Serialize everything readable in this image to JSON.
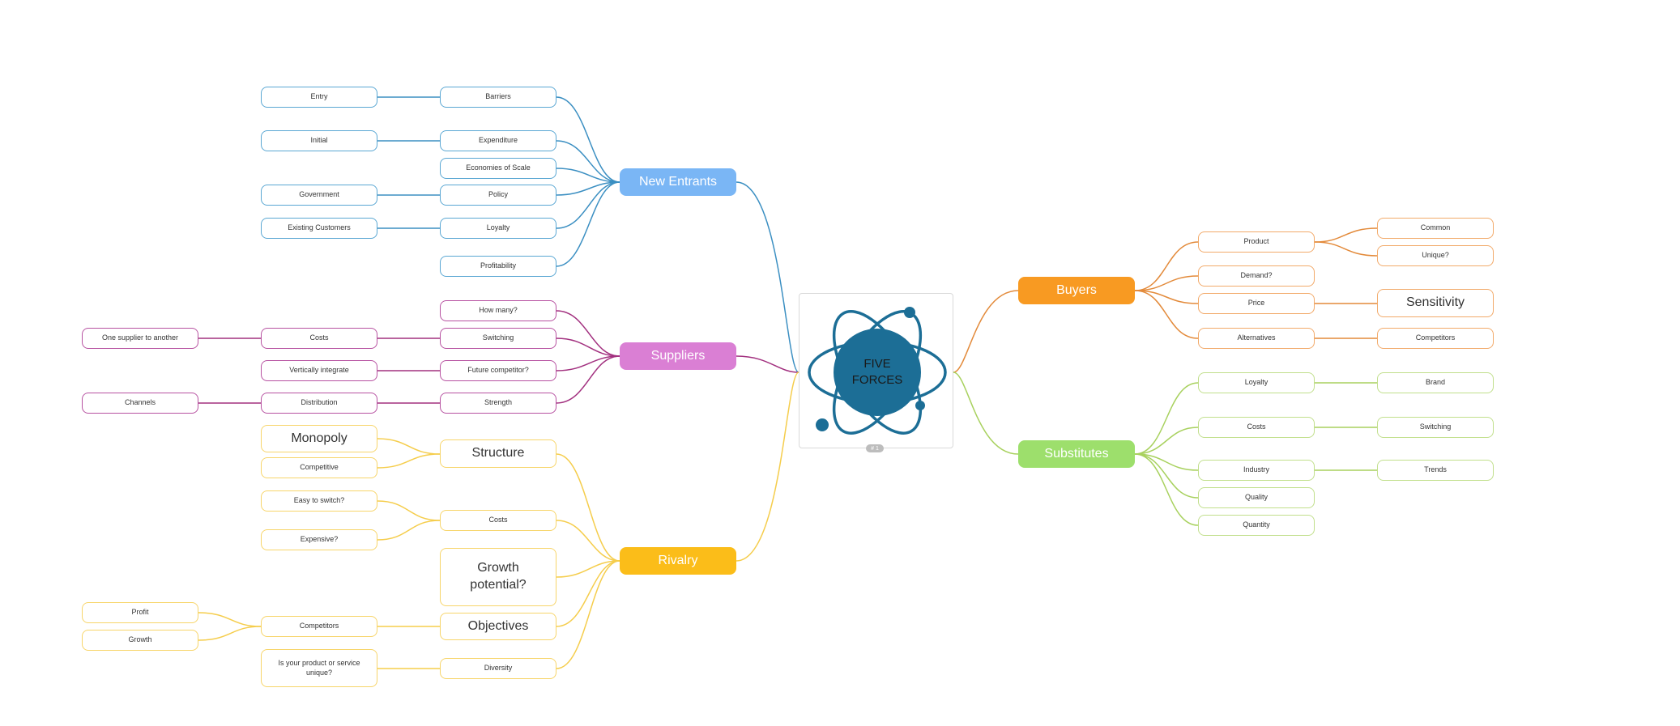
{
  "center": {
    "label": "FIVE FORCES",
    "badge": "# 1",
    "color": "#1c6e96"
  },
  "branches": [
    {
      "id": "new-entrants",
      "label": "New Entrants",
      "fill": "#7ab6f5",
      "line": "#3b8fc2"
    },
    {
      "id": "suppliers",
      "label": "Suppliers",
      "fill": "#da7fd4",
      "line": "#a2307f"
    },
    {
      "id": "rivalry",
      "label": "Rivalry",
      "fill": "#fbbd19",
      "line": "#f5cd4c"
    },
    {
      "id": "buyers",
      "label": "Buyers",
      "fill": "#f89a22",
      "line": "#e38a3a"
    },
    {
      "id": "substitutes",
      "label": "Substitutes",
      "fill": "#9ddf6c",
      "line": "#a8d15e"
    }
  ],
  "topics": {
    "barriers": "Barriers",
    "entry": "Entry",
    "expenditure": "Expenditure",
    "initial": "Initial",
    "economies": "Economies of Scale",
    "policy": "Policy",
    "government": "Government",
    "loyalty": "Loyalty",
    "existing_customers": "Existing Customers",
    "profitability": "Profitability",
    "how_many": "How many?",
    "switching": "Switching",
    "costs_s": "Costs",
    "one_supplier": "One supplier to another",
    "future_competitor": "Future competitor?",
    "vertically": "Vertically integrate",
    "strength": "Strength",
    "distribution": "Distribution",
    "channels": "Channels",
    "structure": "Structure",
    "monopoly": "Monopoly",
    "competitive": "Competitive",
    "costs_r": "Costs",
    "easy_switch": "Easy to switch?",
    "expensive": "Expensive?",
    "growth_potential": "Growth potential?",
    "objectives": "Objectives",
    "competitors_r": "Competitors",
    "profit": "Profit",
    "growth": "Growth",
    "diversity": "Diversity",
    "unique": "Is your product or service unique?",
    "product": "Product",
    "common": "Common",
    "unique_q": "Unique?",
    "demand": "Demand?",
    "price": "Price",
    "sensitivity": "Sensitivity",
    "alternatives": "Alternatives",
    "competitors_b": "Competitors",
    "loyalty_s": "Loyalty",
    "brand": "Brand",
    "costs_sub": "Costs",
    "switching_sub": "Switching",
    "industry": "Industry",
    "trends": "Trends",
    "quality": "Quality",
    "quantity": "Quantity"
  }
}
